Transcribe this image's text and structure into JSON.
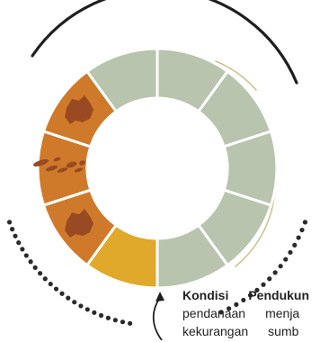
{
  "caption": {
    "title_word1": "Kondisi",
    "title_word2": "Pendukun",
    "line2_word1": "pendanaan",
    "line2_word2": "menja",
    "line3_word1": "kekurangan",
    "line3_word2": "sumb"
  },
  "ring": {
    "segments": [
      {
        "name": "segment-top-left",
        "color": "#b8c4ad",
        "icon": ""
      },
      {
        "name": "segment-top",
        "color": "#b8c4ad",
        "icon": ""
      },
      {
        "name": "segment-top-right",
        "color": "#b8c4ad",
        "icon": ""
      },
      {
        "name": "segment-right-upper",
        "color": "#b8c4ad",
        "icon": ""
      },
      {
        "name": "segment-right-lower",
        "color": "#b8c4ad",
        "icon": ""
      },
      {
        "name": "segment-bottom-right",
        "color": "#b8c4ad",
        "icon": ""
      },
      {
        "name": "segment-bottom",
        "color": "#e0a92c",
        "icon": ""
      },
      {
        "name": "segment-bottom-left",
        "color": "#cf7a2a",
        "icon": "borneo-map-icon"
      },
      {
        "name": "segment-left",
        "color": "#cf7a2a",
        "icon": "indonesia-map-icon"
      },
      {
        "name": "segment-upper-left",
        "color": "#cf7a2a",
        "icon": "sumatra-map-icon"
      }
    ]
  },
  "colors": {
    "accent_orange": "#cf7a2a",
    "accent_yellow": "#e0a92c",
    "sage": "#b8c4ad",
    "dark": "#1f1f1f"
  }
}
